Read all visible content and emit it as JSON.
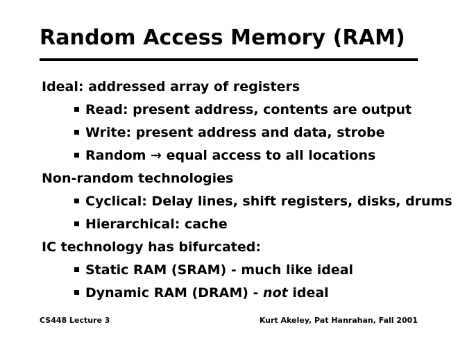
{
  "slide": {
    "title": "Random Access Memory (RAM)",
    "background_color": "#ffffff",
    "text_color": "#000000",
    "rule_color": "#000000",
    "bullet_icon": "filled-square-bullet",
    "body": [
      {
        "level": 1,
        "text": "Ideal: addressed array of registers"
      },
      {
        "level": 2,
        "text": "Read: present address, contents are output"
      },
      {
        "level": 2,
        "text": "Write: present address and data, strobe"
      },
      {
        "level": 2,
        "text": "Random → equal access to all locations"
      },
      {
        "level": 1,
        "text": "Non-random technologies"
      },
      {
        "level": 2,
        "text": "Cyclical: Delay lines, shift registers, disks, drums"
      },
      {
        "level": 2,
        "text": "Hierarchical: cache"
      },
      {
        "level": 1,
        "text": "IC technology has bifurcated:"
      },
      {
        "level": 2,
        "text": "Static RAM (SRAM) - much like ideal"
      },
      {
        "level": 2,
        "text": "Dynamic RAM (DRAM) - ",
        "emphasis": "not",
        "text_after": " ideal"
      }
    ]
  },
  "footer": {
    "left": "CS448 Lecture 3",
    "right": "Kurt Akeley, Pat Hanrahan, Fall 2001"
  }
}
